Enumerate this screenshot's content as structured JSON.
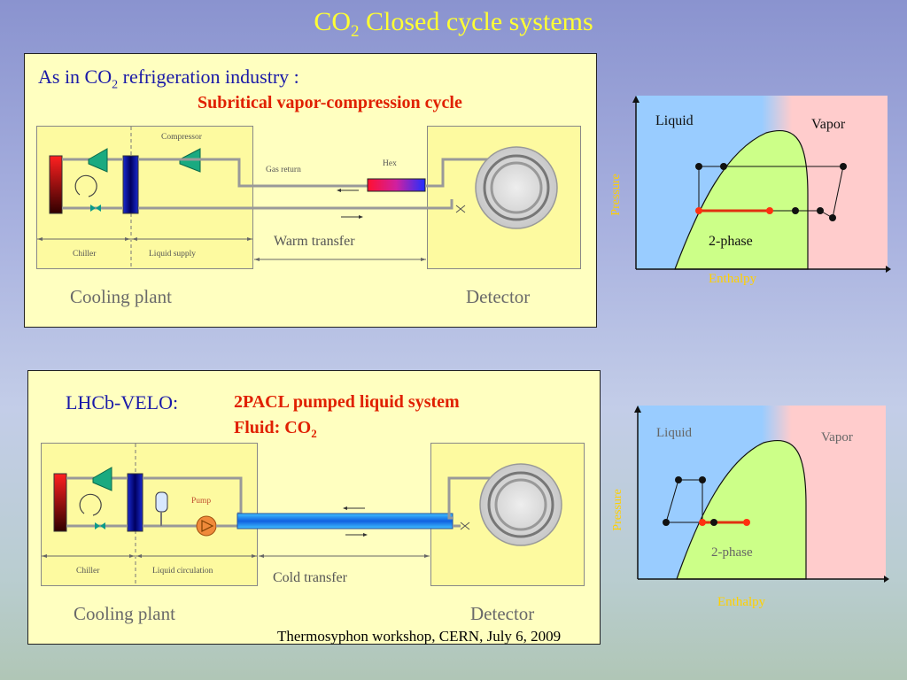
{
  "slide": {
    "title_main": "CO",
    "title_sub": "2",
    "title_rest": " Closed cycle systems",
    "footer": "Thermosyphon workshop, CERN, July 6, 2009"
  },
  "top": {
    "heading_a": "As in CO",
    "heading_sub": "2",
    "heading_b": " refrigeration industry :",
    "subtitle": "Subritical vapor-compression cycle",
    "compressor": "Compressor",
    "gas_return": "Gas return",
    "hex": "Hex",
    "chiller": "Chiller",
    "liquid_supply": "Liquid supply",
    "warm_transfer": "Warm transfer",
    "cooling_plant": "Cooling plant",
    "detector": "Detector"
  },
  "bottom": {
    "heading": "LHCb-VELO:",
    "system_line": "2PACL pumped liquid system",
    "fluid_a": "Fluid: CO",
    "fluid_sub": "2",
    "pump": "Pump",
    "chiller": "Chiller",
    "liquid_circulation": "Liquid circulation",
    "cold_transfer": "Cold transfer",
    "cooling_plant": "Cooling plant",
    "detector": "Detector"
  },
  "ph_top": {
    "liquid": "Liquid",
    "vapor": "Vapor",
    "two_phase": "2-phase",
    "ylabel": "Pressure",
    "xlabel": "Enthalpy"
  },
  "ph_bottom": {
    "liquid": "Liquid",
    "vapor": "Vapor",
    "two_phase": "2-phase",
    "ylabel": "Pressure",
    "xlabel": "Enthalpy"
  },
  "colors": {
    "title": "#ffff33",
    "axis_label": "#ffd000",
    "red_text": "#e02000",
    "blue_text": "#1a1aa8",
    "liquid_region": "#99ccff",
    "vapor_region": "#ffcccc",
    "two_phase_region": "#ccff88"
  }
}
